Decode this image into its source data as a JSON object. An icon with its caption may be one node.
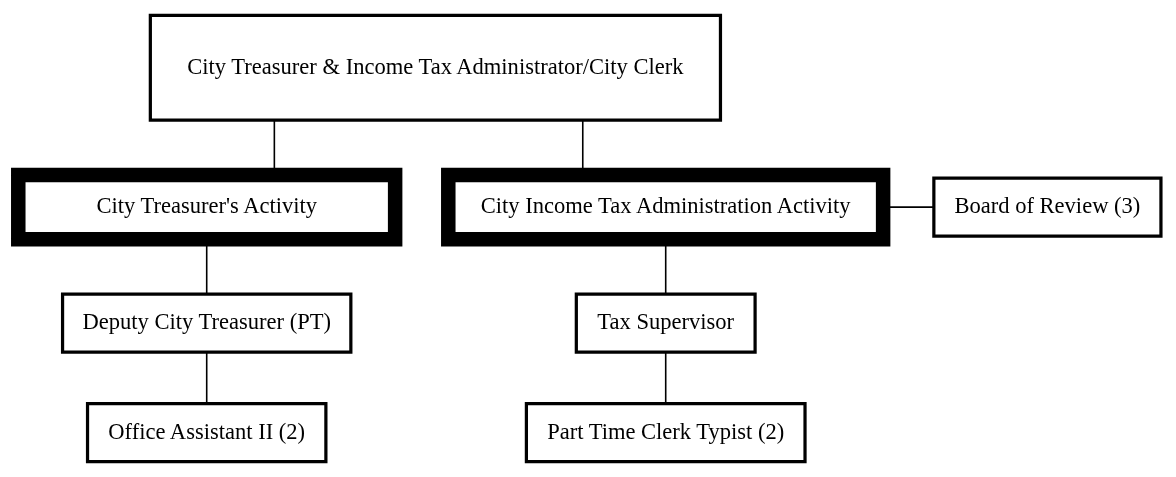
{
  "diagram": {
    "nodes": [
      {
        "text": [
          "City Treasurer & Income Tax Administrator/City Clerk"
        ]
      },
      {
        "text": [
          "City Treasurer's Activity"
        ]
      },
      {
        "text": [
          "City Income Tax Administration Activity"
        ]
      },
      {
        "text": [
          "Board of Review (3)"
        ]
      },
      {
        "text": [
          "Deputy City Treasurer (PT)"
        ]
      },
      {
        "text": [
          "Office Assistant II (2)"
        ]
      },
      {
        "text": [
          "Tax Supervisor"
        ]
      },
      {
        "text": [
          "Part Time Clerk Typist (2)"
        ]
      }
    ],
    "edges": [
      {
        "from": 0,
        "to": 1,
        "arrow": "none"
      },
      {
        "from": 0,
        "to": 2,
        "arrow": "none"
      },
      {
        "from": 2,
        "to": 3,
        "arrow": "none"
      },
      {
        "from": 1,
        "to": 4,
        "arrow": "none"
      },
      {
        "from": 4,
        "to": 5,
        "arrow": "none"
      },
      {
        "from": 2,
        "to": 6,
        "arrow": "none"
      },
      {
        "from": 6,
        "to": 7,
        "arrow": "none"
      }
    ]
  }
}
